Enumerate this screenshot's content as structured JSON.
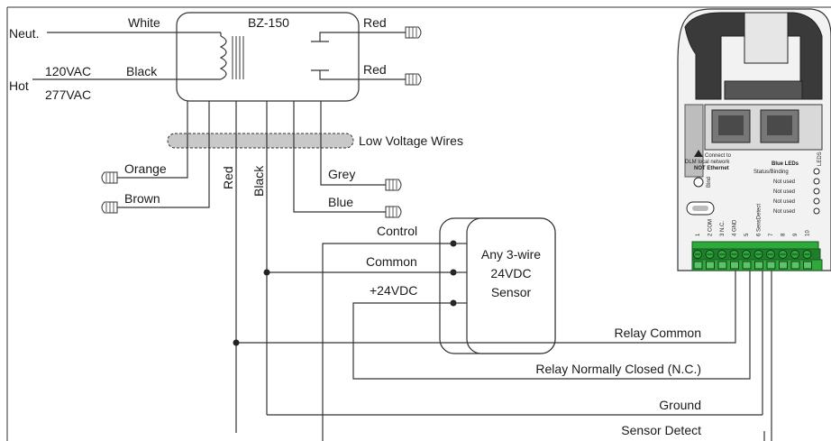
{
  "relay": {
    "model": "BZ-150",
    "neutral_label": "Neut.",
    "hot_label": "Hot",
    "voltage_1": "120VAC",
    "voltage_2": "277VAC",
    "wire_white": "White",
    "wire_black_in": "Black",
    "wire_red_1": "Red",
    "wire_red_2": "Red"
  },
  "low_voltage": {
    "label": "Low Voltage Wires",
    "orange": "Orange",
    "brown": "Brown",
    "red": "Red",
    "black": "Black",
    "grey": "Grey",
    "blue": "Blue"
  },
  "sensor": {
    "line1": "Any 3-wire",
    "line2": "24VDC",
    "line3": "Sensor",
    "control": "Control",
    "common": "Common",
    "plus24": "+24VDC"
  },
  "terminals": {
    "relay_common": "Relay Common",
    "relay_nc": "Relay Normally Closed (N.C.)",
    "ground": "Ground",
    "sensor_detect": "Sensor Detect"
  },
  "device": {
    "warning_1": "Connect to",
    "warning_2": "DLM local network",
    "warning_3": "NOT Ethernet",
    "bind": "Bind",
    "blue_leds": "Blue LEDs",
    "status": "Status/Binding",
    "not_used_1": "Not used",
    "not_used_2": "Not used",
    "not_used_3": "Not used",
    "not_used_4": "Not used",
    "leds_label": "LEDS",
    "pin_1": "1",
    "pin_2": "2 COM",
    "pin_3": "3 N.C.",
    "pin_4": "4 GND",
    "pin_5": "5",
    "pin_6": "6 SensDetect",
    "pin_7": "7",
    "pin_8": "8",
    "pin_9": "9",
    "pin_10": "10"
  },
  "colors": {
    "terminal_green": "#2eaa3c",
    "terminal_dark": "#1f7d2b",
    "wire": "#333333"
  }
}
